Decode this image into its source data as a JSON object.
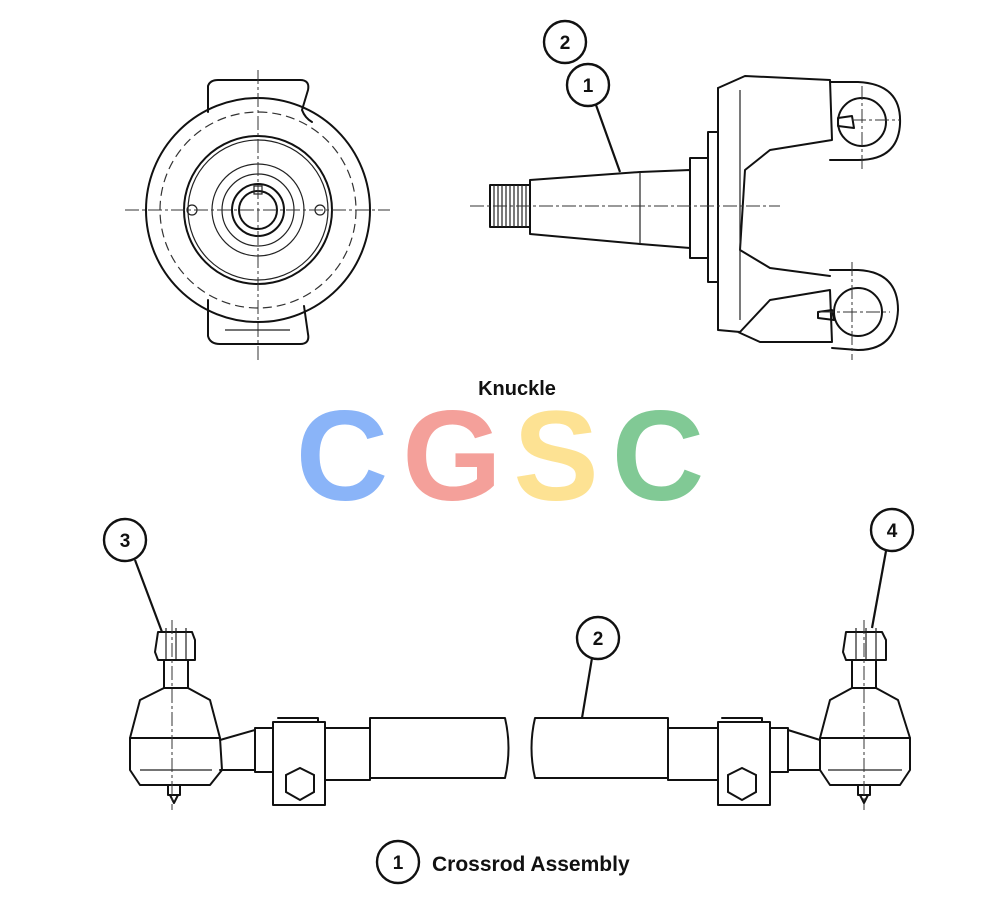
{
  "knuckle": {
    "title": "Knuckle",
    "callouts": [
      "2",
      "1"
    ]
  },
  "watermark": {
    "letters": [
      "C",
      "G",
      "S",
      "C"
    ],
    "colors": [
      "#8ab4f8",
      "#f4a09a",
      "#fde293",
      "#81c995"
    ]
  },
  "crossrod": {
    "callouts": [
      "3",
      "2",
      "4"
    ],
    "legend_number": "1",
    "legend_label": "Crossrod Assembly"
  }
}
